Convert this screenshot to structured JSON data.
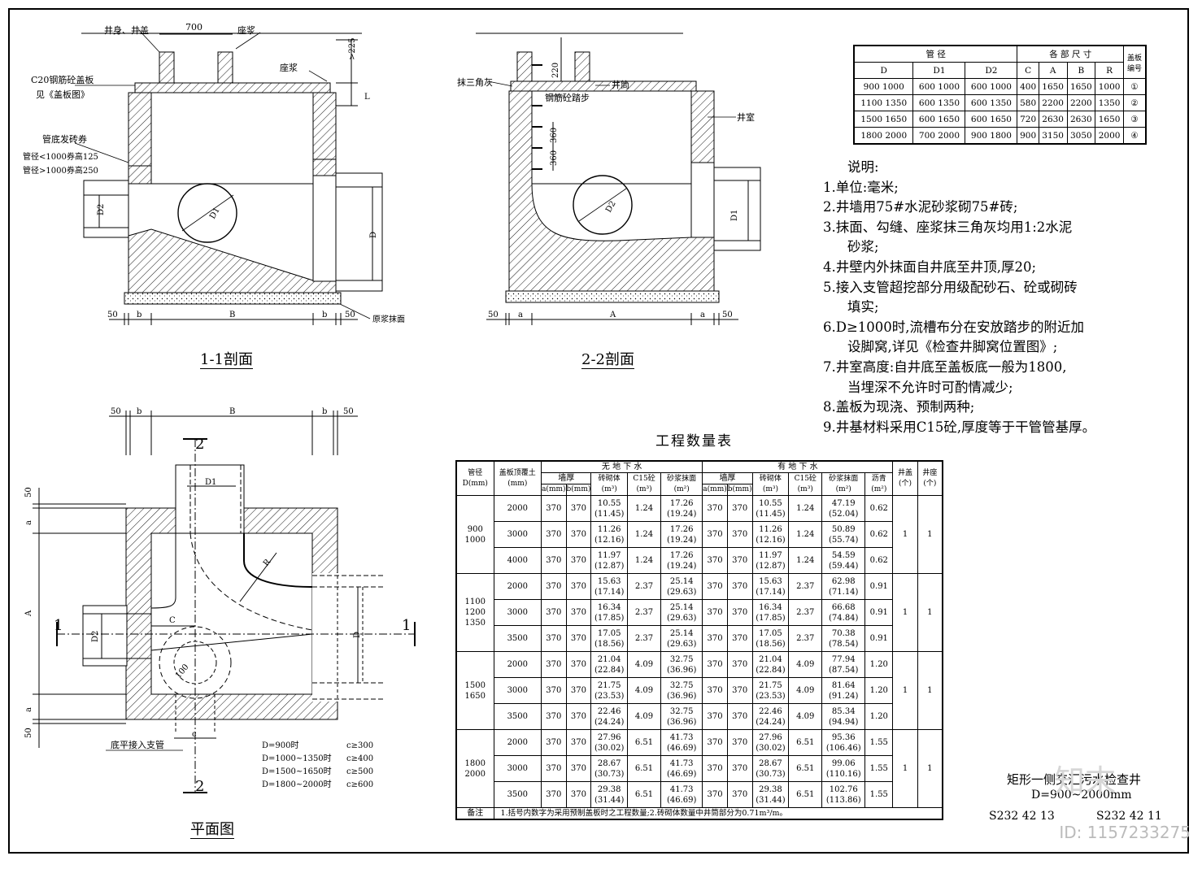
{
  "sections": {
    "s11": "1-1剖面",
    "s22": "2-2剖面",
    "plan": "平面图"
  },
  "labels_11": {
    "cover": "井身、井盖",
    "mortar": "座浆",
    "mortar2": "座浆",
    "slab": "C20钢筋砼盖板",
    "slab_ref": "见《盖板图》",
    "brick_title": "管底发砖券",
    "brick_a": "管径<1000券高125",
    "brick_b": "管径>1000券高250",
    "base": "原浆抹面",
    "w700": "700",
    "d225": ">225",
    "dim_L": "L",
    "dim_D": "D",
    "dim_D1": "D1",
    "dim_D2": "D2",
    "dim_50a": "50",
    "dim_b1": "b",
    "dim_B": "B",
    "dim_b2": "b",
    "dim_50b": "50"
  },
  "labels_22": {
    "tri": "抹三角灰",
    "neck": "井筒",
    "steps": "钢筋砼踏步",
    "room": "井室",
    "d220": "220",
    "d360a": "360",
    "d360b": "360",
    "dim_D1": "D1",
    "dim_D2": "D2",
    "dim_50a": "50",
    "dim_a1": "a",
    "dim_A": "A",
    "dim_a2": "a",
    "dim_50b": "50"
  },
  "labels_plan": {
    "two_top": "2",
    "two_bot": "2",
    "one_left": "1",
    "one_right": "1",
    "dim_D1": "D1",
    "dim_D2": "D2",
    "dim_D": "D",
    "dim_R": "R",
    "dim_C": "C",
    "dim_c": "c",
    "dim_100": "100",
    "dim_A": "A",
    "dim_50a": "50",
    "dim_b1": "b",
    "dim_B": "B",
    "dim_b2": "b",
    "dim_50b": "50",
    "v50a": "50",
    "v_a1": "a",
    "v_a2": "a",
    "v50b": "50",
    "branch": "底平接入支管",
    "rules": [
      {
        "range": "D=900时",
        "val": "c≥300"
      },
      {
        "range": "D=1000~1350时",
        "val": "c≥400"
      },
      {
        "range": "D=1500~1650时",
        "val": "c≥500"
      },
      {
        "range": "D=1800~2000时",
        "val": "c≥600"
      }
    ]
  },
  "size_table": {
    "h_pipe": "管    径",
    "h_dims": "各 部 尺 寸",
    "h_no": "盖板编号",
    "cols": [
      "D",
      "D1",
      "D2",
      "C",
      "A",
      "B",
      "R"
    ],
    "rows": [
      {
        "D": "900  1000",
        "D1": "600  1000",
        "D2": "600  1000",
        "C": "400",
        "A": "1650",
        "B": "1650",
        "R": "1000",
        "no": "①"
      },
      {
        "D": "1100  1350",
        "D1": "600  1350",
        "D2": "600  1350",
        "C": "580",
        "A": "2200",
        "B": "2200",
        "R": "1350",
        "no": "②"
      },
      {
        "D": "1500  1650",
        "D1": "600  1650",
        "D2": "600  1650",
        "C": "720",
        "A": "2630",
        "B": "2630",
        "R": "1650",
        "no": "③"
      },
      {
        "D": "1800  2000",
        "D1": "700  2000",
        "D2": "900  1800",
        "C": "900",
        "A": "3150",
        "B": "3050",
        "R": "2000",
        "no": "④"
      }
    ]
  },
  "notes": {
    "head": "说明:",
    "items": [
      {
        "t": "1.单位:毫米;"
      },
      {
        "t": "2.井墙用75#水泥砂浆砌75#砖;"
      },
      {
        "t": "3.抹面、勾缝、座浆抹三角灰均用1:2水泥",
        "c": "砂浆;"
      },
      {
        "t": "4.井壁内外抹面自井底至井顶,厚20;"
      },
      {
        "t": "5.接入支管超挖部分用级配砂石、砼或砌砖",
        "c": "填实;"
      },
      {
        "t": "6.D≥1000时,流槽布分在安放踏步的附近加",
        "c": "设脚窝,详见《检查井脚窝位置图》;"
      },
      {
        "t": "7.井室高度:自井底至盖板底一般为1800,",
        "c": "当埋深不允许时可酌情减少;"
      },
      {
        "t": "8.盖板为现浇、预制两种;"
      },
      {
        "t": "9.井基材料采用C15砼,厚度等于干管管基厚。"
      }
    ]
  },
  "qty_table": {
    "title": "工程数量表",
    "h_pipe": "管径D(mm)",
    "h_depth": "盖板顶覆土(mm)",
    "h_nogw": "无  地  下  水",
    "h_gw": "有  地  下  水",
    "h_wall": "墙厚",
    "h_a": "a(mm)",
    "h_b": "b(mm)",
    "h_brick": "砖砌体(m³)",
    "h_c15": "C15砼(m³)",
    "h_plaster": "砂浆抹面(m²)",
    "h_tar": "沥青(m²)",
    "h_cover": "井盖(个)",
    "h_seat": "井座(个)",
    "groups": [
      {
        "d": "900\n1000",
        "cover": "1",
        "seat": "1",
        "rows": [
          {
            "h": "2000",
            "a": "370",
            "b": "370",
            "br": "10.55",
            "brp": "(11.45)",
            "c": "1.24",
            "pl": "17.26",
            "plp": "(19.24)",
            "a2": "370",
            "b2": "370",
            "br2": "10.55",
            "br2p": "(11.45)",
            "c2": "1.24",
            "pl2": "47.19",
            "pl2p": "(52.04)",
            "t": "0.62"
          },
          {
            "h": "3000",
            "a": "370",
            "b": "370",
            "br": "11.26",
            "brp": "(12.16)",
            "c": "1.24",
            "pl": "17.26",
            "plp": "(19.24)",
            "a2": "370",
            "b2": "370",
            "br2": "11.26",
            "br2p": "(12.16)",
            "c2": "1.24",
            "pl2": "50.89",
            "pl2p": "(55.74)",
            "t": "0.62"
          },
          {
            "h": "4000",
            "a": "370",
            "b": "370",
            "br": "11.97",
            "brp": "(12.87)",
            "c": "1.24",
            "pl": "17.26",
            "plp": "(19.24)",
            "a2": "370",
            "b2": "370",
            "br2": "11.97",
            "br2p": "(12.87)",
            "c2": "1.24",
            "pl2": "54.59",
            "pl2p": "(59.44)",
            "t": "0.62"
          }
        ]
      },
      {
        "d": "1100\n1200\n1350",
        "cover": "1",
        "seat": "1",
        "rows": [
          {
            "h": "2000",
            "a": "370",
            "b": "370",
            "br": "15.63",
            "brp": "(17.14)",
            "c": "2.37",
            "pl": "25.14",
            "plp": "(29.63)",
            "a2": "370",
            "b2": "370",
            "br2": "15.63",
            "br2p": "(17.14)",
            "c2": "2.37",
            "pl2": "62.98",
            "pl2p": "(71.14)",
            "t": "0.91"
          },
          {
            "h": "3000",
            "a": "370",
            "b": "370",
            "br": "16.34",
            "brp": "(17.85)",
            "c": "2.37",
            "pl": "25.14",
            "plp": "(29.63)",
            "a2": "370",
            "b2": "370",
            "br2": "16.34",
            "br2p": "(17.85)",
            "c2": "2.37",
            "pl2": "66.68",
            "pl2p": "(74.84)",
            "t": "0.91"
          },
          {
            "h": "3500",
            "a": "370",
            "b": "370",
            "br": "17.05",
            "brp": "(18.56)",
            "c": "2.37",
            "pl": "25.14",
            "plp": "(29.63)",
            "a2": "370",
            "b2": "370",
            "br2": "17.05",
            "br2p": "(18.56)",
            "c2": "2.37",
            "pl2": "70.38",
            "pl2p": "(78.54)",
            "t": "0.91"
          }
        ]
      },
      {
        "d": "1500\n1650",
        "cover": "1",
        "seat": "1",
        "rows": [
          {
            "h": "2000",
            "a": "370",
            "b": "370",
            "br": "21.04",
            "brp": "(22.84)",
            "c": "4.09",
            "pl": "32.75",
            "plp": "(36.96)",
            "a2": "370",
            "b2": "370",
            "br2": "21.04",
            "br2p": "(22.84)",
            "c2": "4.09",
            "pl2": "77.94",
            "pl2p": "(87.54)",
            "t": "1.20"
          },
          {
            "h": "3000",
            "a": "370",
            "b": "370",
            "br": "21.75",
            "brp": "(23.53)",
            "c": "4.09",
            "pl": "32.75",
            "plp": "(36.96)",
            "a2": "370",
            "b2": "370",
            "br2": "21.75",
            "br2p": "(23.53)",
            "c2": "4.09",
            "pl2": "81.64",
            "pl2p": "(91.24)",
            "t": "1.20"
          },
          {
            "h": "3500",
            "a": "370",
            "b": "370",
            "br": "22.46",
            "brp": "(24.24)",
            "c": "4.09",
            "pl": "32.75",
            "plp": "(36.96)",
            "a2": "370",
            "b2": "370",
            "br2": "22.46",
            "br2p": "(24.24)",
            "c2": "4.09",
            "pl2": "85.34",
            "pl2p": "(94.94)",
            "t": "1.20"
          }
        ]
      },
      {
        "d": "1800\n2000",
        "cover": "1",
        "seat": "1",
        "rows": [
          {
            "h": "2000",
            "a": "370",
            "b": "370",
            "br": "27.96",
            "brp": "(30.02)",
            "c": "6.51",
            "pl": "41.73",
            "plp": "(46.69)",
            "a2": "370",
            "b2": "370",
            "br2": "27.96",
            "br2p": "(30.02)",
            "c2": "6.51",
            "pl2": "95.36",
            "pl2p": "(106.46)",
            "t": "1.55"
          },
          {
            "h": "3000",
            "a": "370",
            "b": "370",
            "br": "28.67",
            "brp": "(30.73)",
            "c": "6.51",
            "pl": "41.73",
            "plp": "(46.69)",
            "a2": "370",
            "b2": "370",
            "br2": "28.67",
            "br2p": "(30.73)",
            "c2": "6.51",
            "pl2": "99.06",
            "pl2p": "(110.16)",
            "t": "1.55"
          },
          {
            "h": "3500",
            "a": "370",
            "b": "370",
            "br": "29.38",
            "brp": "(31.44)",
            "c": "6.51",
            "pl": "41.73",
            "plp": "(46.69)",
            "a2": "370",
            "b2": "370",
            "br2": "29.38",
            "br2p": "(31.44)",
            "c2": "6.51",
            "pl2": "102.76",
            "pl2p": "(113.86)",
            "t": "1.55"
          }
        ]
      }
    ],
    "remark_label": "备注",
    "remark": "1.括号内数字为采用预制盖板时之工程数量;2.砖砌体数量中井筒部分为0.71m³/m。"
  },
  "title_block": {
    "name": "矩形一侧交汇污水检查井",
    "range": "D=900~2000mm",
    "code1": "S232   42 13",
    "code2": "S232   42 11"
  },
  "watermark": {
    "id": "ID: 1157233275",
    "logo": "知末"
  }
}
